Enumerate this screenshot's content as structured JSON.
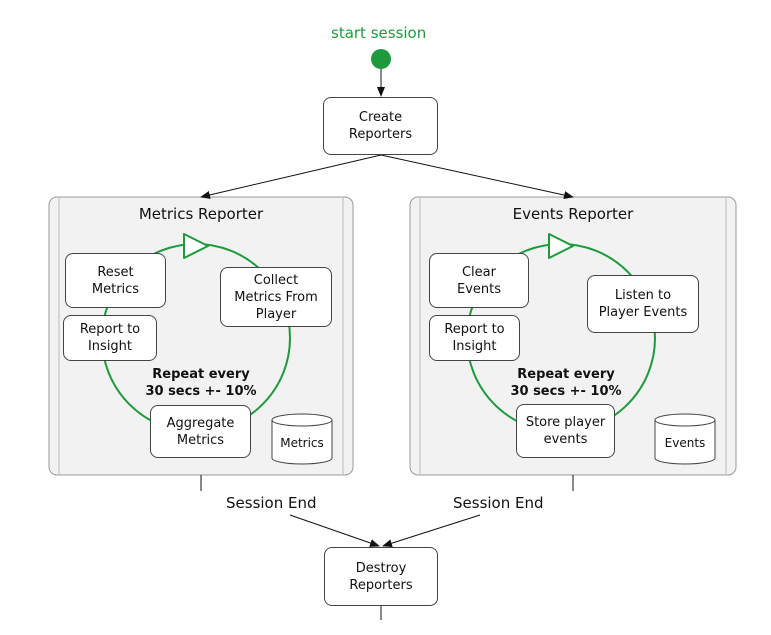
{
  "colors": {
    "accent": "#1e9a3c",
    "border": "#444444",
    "panel_fill": "#f2f2f2",
    "panel_border": "#9a9a9a"
  },
  "start": {
    "label": "start session"
  },
  "create_node": {
    "line1": "Create",
    "line2": "Reporters"
  },
  "destroy_node": {
    "line1": "Destroy",
    "line2": "Reporters"
  },
  "metrics_panel": {
    "title": "Metrics Reporter",
    "node_reset": {
      "line1": "Reset",
      "line2": "Metrics"
    },
    "node_report": {
      "line1": "Report to",
      "line2": "Insight"
    },
    "node_collect": {
      "line1": "Collect",
      "line2": "Metrics From",
      "line3": "Player"
    },
    "node_aggregate": {
      "line1": "Aggregate",
      "line2": "Metrics"
    },
    "repeat": {
      "line1": "Repeat every",
      "line2": "30 secs +- 10%"
    },
    "datastore": "Metrics"
  },
  "events_panel": {
    "title": "Events Reporter",
    "node_clear": {
      "line1": "Clear",
      "line2": "Events"
    },
    "node_report": {
      "line1": "Report to",
      "line2": "Insight"
    },
    "node_listen": {
      "line1": "Listen to",
      "line2": "Player Events"
    },
    "node_store": {
      "line1": "Store player",
      "line2": "events"
    },
    "repeat": {
      "line1": "Repeat every",
      "line2": "30 secs +- 10%"
    },
    "datastore": "Events"
  },
  "edges": {
    "left_end": "Session End",
    "right_end": "Session End"
  }
}
